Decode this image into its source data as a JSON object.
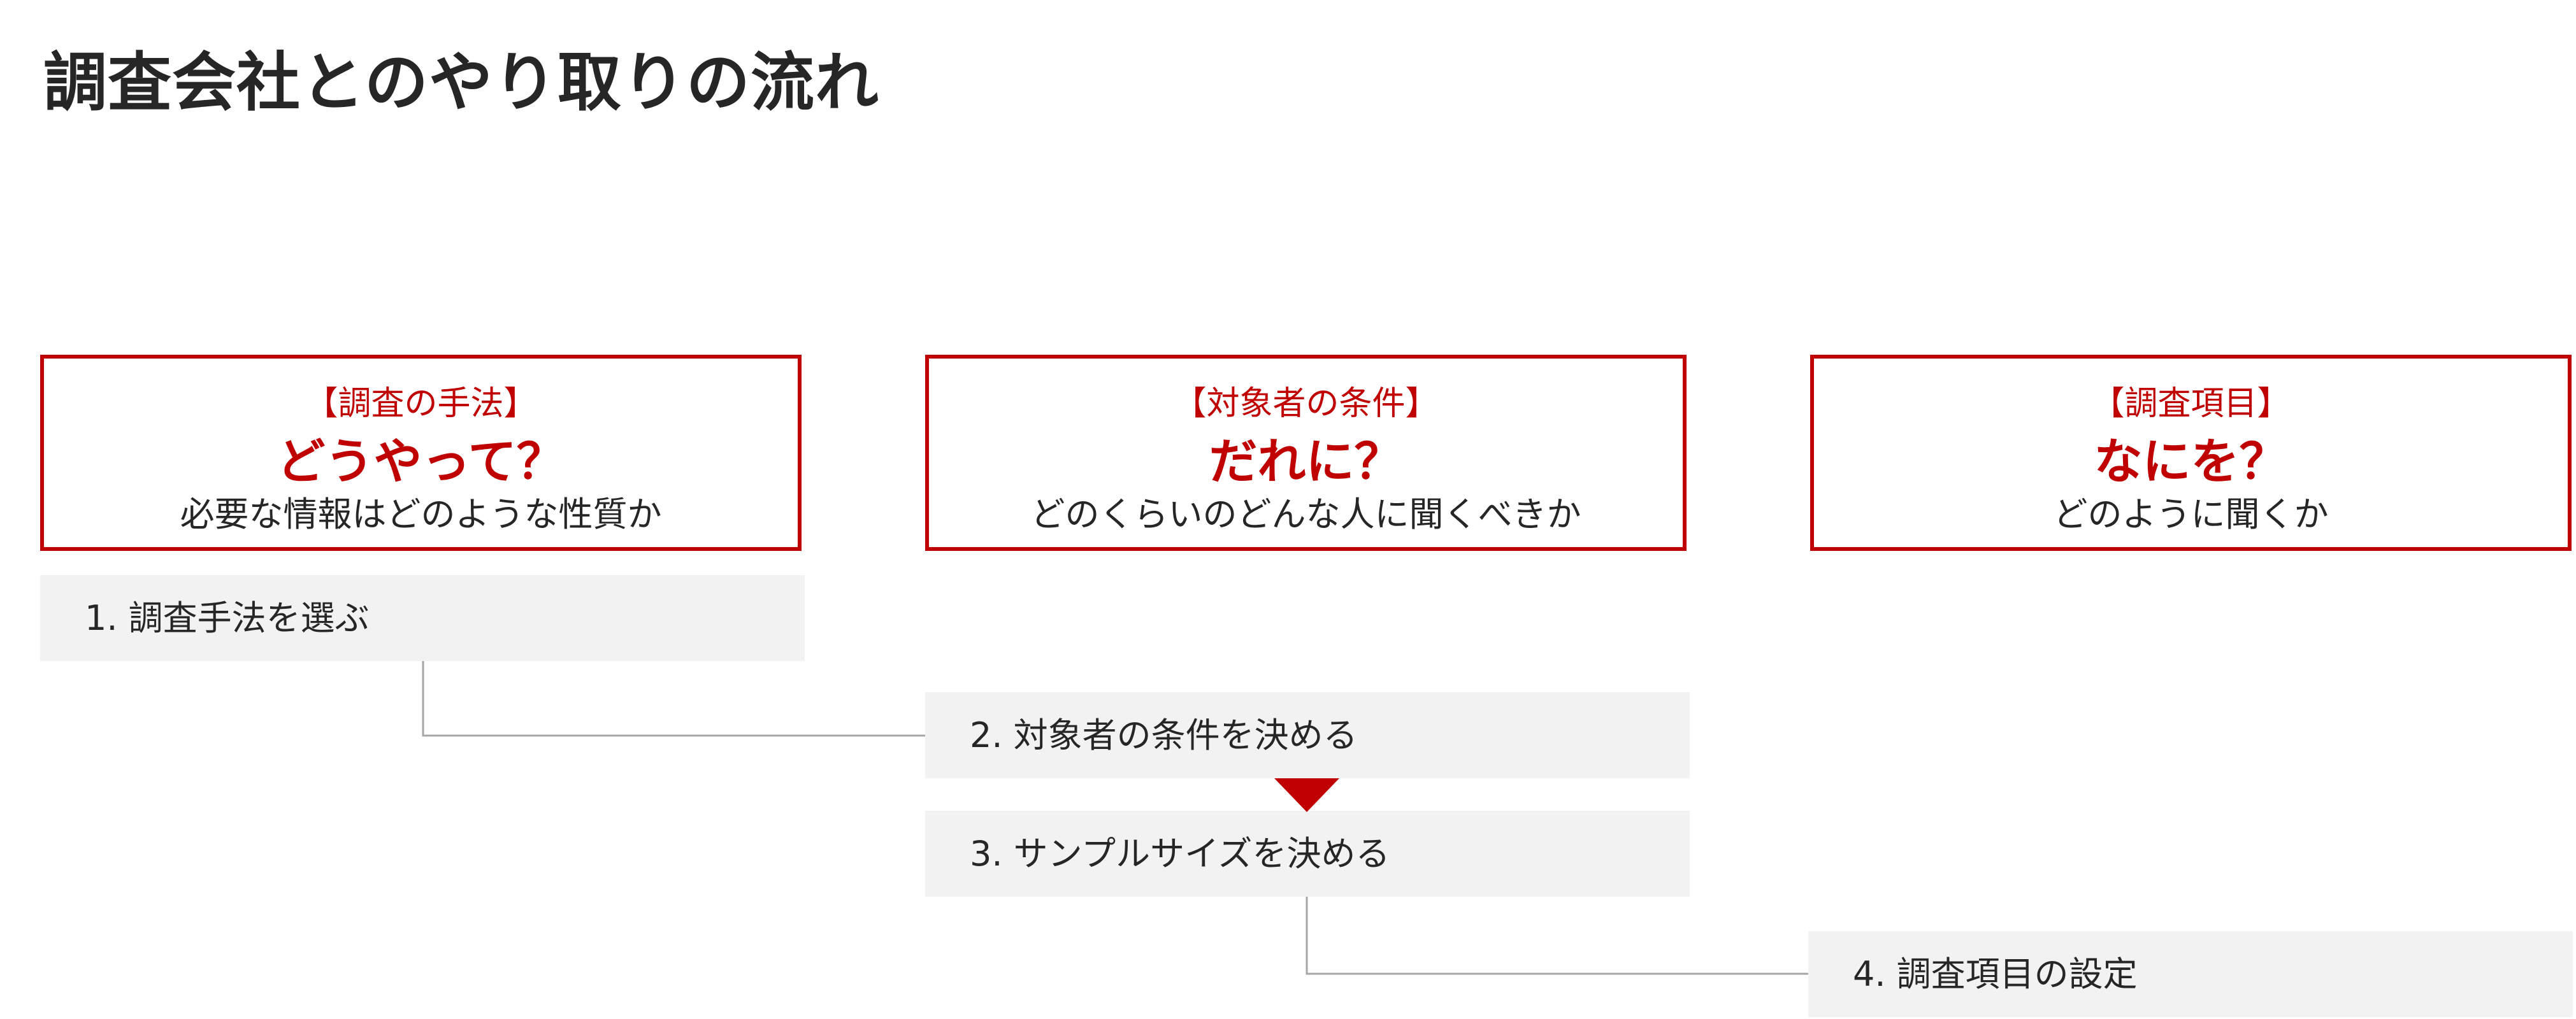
{
  "title": "調査会社とのやり取りの流れ",
  "cards": [
    {
      "tag": "【調査の手法】",
      "question": "どうやって？",
      "desc": "必要な情報はどのような性質か"
    },
    {
      "tag": "【対象者の条件】",
      "question": "だれに？",
      "desc": "どのくらいのどんな人に聞くべきか"
    },
    {
      "tag": "【調査項目】",
      "question": "なにを？",
      "desc": "どのように聞くか"
    }
  ],
  "steps": [
    {
      "label": "1. 調査手法を選ぶ"
    },
    {
      "label": "2. 対象者の条件を決める"
    },
    {
      "label": "3. サンプルサイズを決める"
    },
    {
      "label": "4. 調査項目の設定"
    }
  ],
  "colors": {
    "accent": "#c00000",
    "step_background": "#f2f2f2",
    "text": "#262626",
    "connector": "#a6a6a6"
  }
}
